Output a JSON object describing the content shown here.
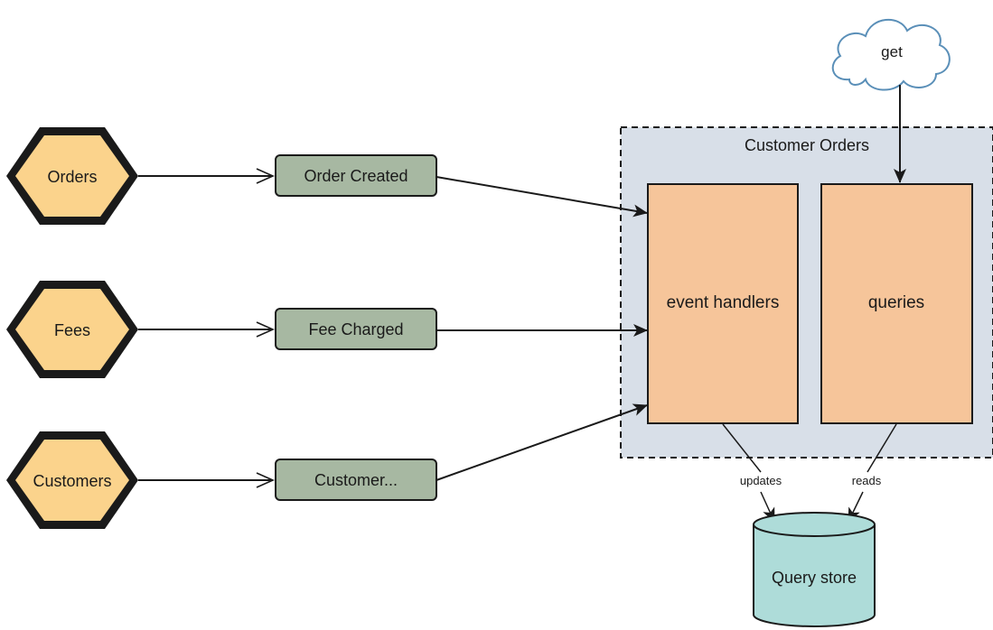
{
  "services": [
    {
      "id": "orders",
      "label": "Orders"
    },
    {
      "id": "fees",
      "label": "Fees"
    },
    {
      "id": "customers",
      "label": "Customers"
    }
  ],
  "events": [
    {
      "id": "order-created",
      "label": "Order Created"
    },
    {
      "id": "fee-charged",
      "label": "Fee Charged"
    },
    {
      "id": "customer",
      "label": "Customer..."
    }
  ],
  "container": {
    "label": "Customer Orders"
  },
  "components": {
    "event_handlers": "event handlers",
    "queries": "queries"
  },
  "cloud": {
    "label": "get"
  },
  "store": {
    "label": "Query store"
  },
  "edges": {
    "updates": "updates",
    "reads": "reads"
  },
  "colors": {
    "hexagon_fill": "#fbd38c",
    "hexagon_stroke": "#1a1a1a",
    "event_fill": "#a7b8a2",
    "container_fill": "#d8dfe8",
    "component_fill": "#f6c59a",
    "cloud_stroke": "#5a8fb8",
    "store_fill": "#aedcd9"
  }
}
